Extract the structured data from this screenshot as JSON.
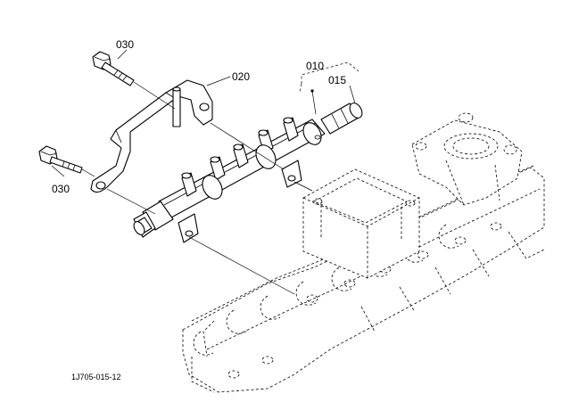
{
  "callouts": {
    "p010": "010",
    "p015": "015",
    "p020": "020",
    "p030_top": "030",
    "p030_bottom": "030"
  },
  "drawing_code": "1J705-015-12"
}
